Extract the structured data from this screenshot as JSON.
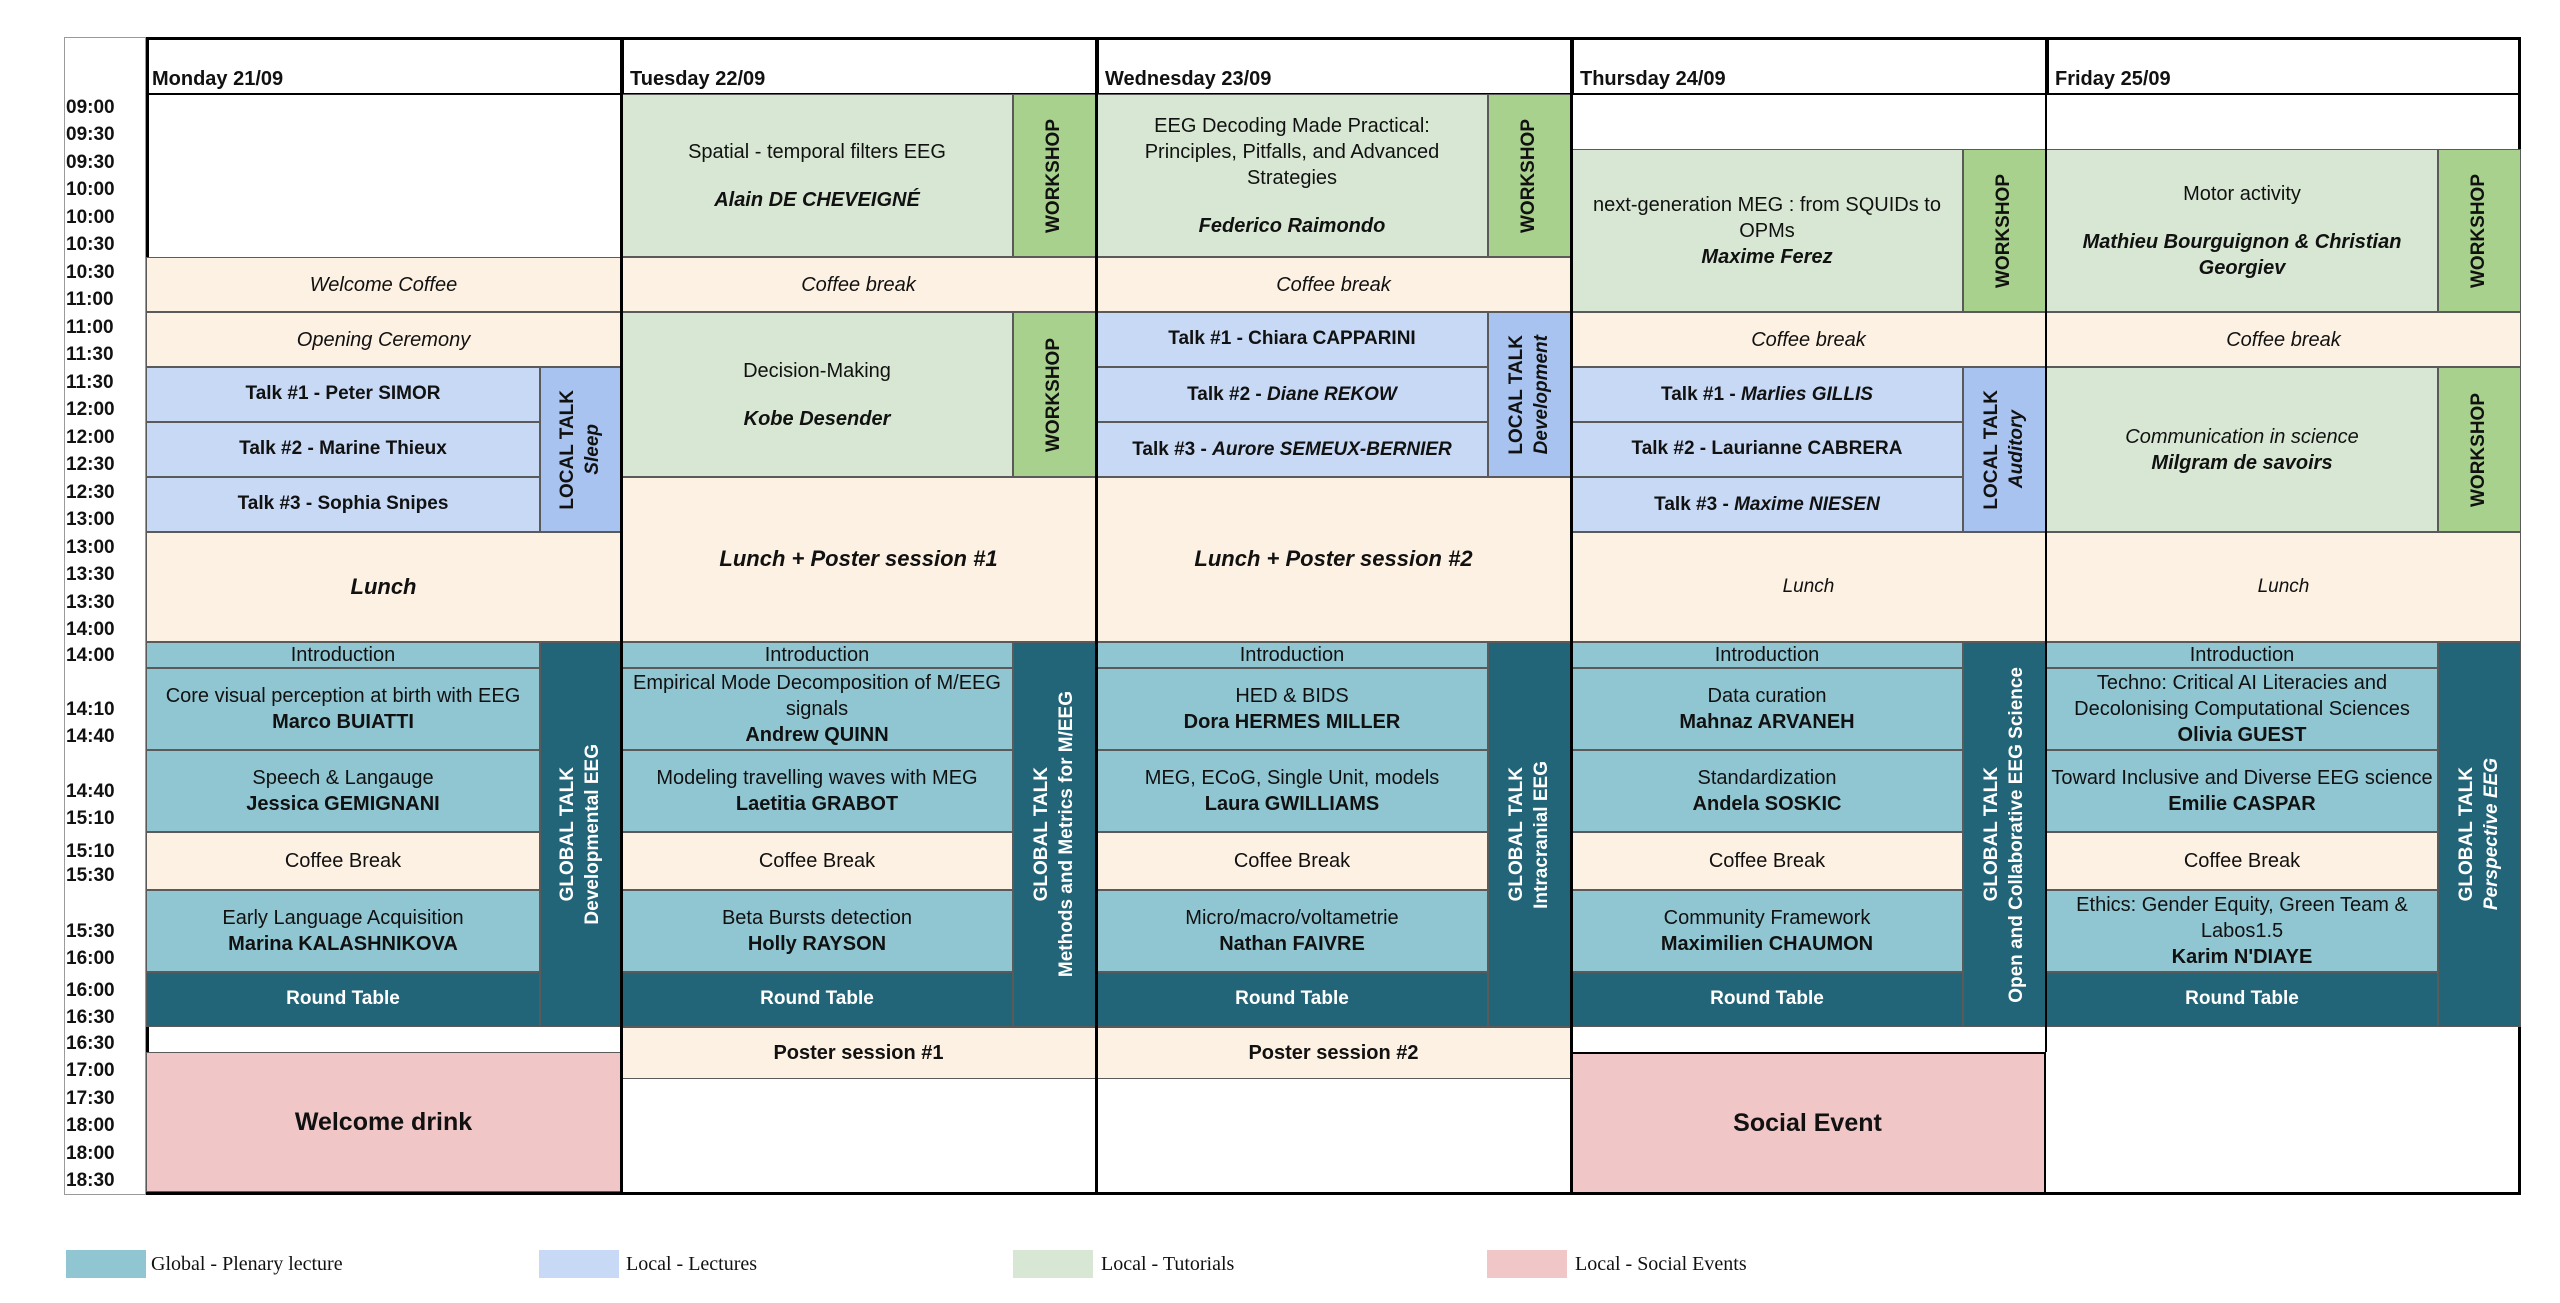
{
  "days": [
    "Monday 21/09",
    "Tuesday 22/09",
    "Wednesday 23/09",
    "Thursday 24/09",
    "Friday 25/09"
  ],
  "times": [
    "09:00",
    "09:30",
    "09:30",
    "10:00",
    "10:00",
    "10:30",
    "10:30",
    "11:00",
    "11:00",
    "11:30",
    "11:30",
    "12:00",
    "12:00",
    "12:30",
    "12:30",
    "13:00",
    "13:00",
    "13:30",
    "13:30",
    "14:00",
    "14:00",
    "14:10",
    "14:40",
    "14:40",
    "15:10",
    "15:10",
    "15:30",
    "15:30",
    "16:00",
    "16:00",
    "16:30",
    "16:30",
    "17:00",
    "17:30",
    "18:00",
    "18:00",
    "18:30"
  ],
  "monday": {
    "welcome_coffee": "Welcome Coffee",
    "opening": "Opening Ceremony",
    "talk1": "Talk #1 - Peter SIMOR",
    "talk2": "Talk #2 - Marine Thieux",
    "talk3": "Talk #3 - Sophia Snipes",
    "local_tag": "LOCAL TALK",
    "local_sub": "Sleep",
    "lunch": "Lunch",
    "intro": "Introduction",
    "g1_title": "Core visual perception at birth with EEG",
    "g1_speaker": "Marco BUIATTI",
    "g2_title": "Speech & Langauge",
    "g2_speaker": "Jessica GEMIGNANI",
    "coffee": "Coffee Break",
    "g3_title": "Early Language Acquisition",
    "g3_speaker": "Marina KALASHNIKOVA",
    "round_table": "Round Table",
    "global_tag": "GLOBAL TALK",
    "global_sub": "Developmental EEG",
    "drink": "Welcome drink"
  },
  "tuesday": {
    "ws1_title": "Spatial - temporal filters EEG",
    "ws1_speaker": "Alain DE CHEVEIGNÉ",
    "ws_tag": "WORKSHOP",
    "coffee1": "Coffee break",
    "ws2_title": "Decision-Making",
    "ws2_speaker": "Kobe Desender",
    "lunch": "Lunch  + Poster session #1",
    "intro": "Introduction",
    "g1_title": "Empirical Mode Decomposition of M/EEG signals",
    "g1_speaker": "Andrew QUINN",
    "g2_title": "Modeling travelling waves with MEG",
    "g2_speaker": "Laetitia GRABOT",
    "coffee": "Coffee Break",
    "g3_title": "Beta Bursts detection",
    "g3_speaker": "Holly RAYSON",
    "round_table": "Round Table",
    "global_tag": "GLOBAL TALK",
    "global_sub": "Methods and Metrics for M/EEG",
    "poster": "Poster session #1"
  },
  "wednesday": {
    "ws1_title": "EEG Decoding Made Practical: Principles, Pitfalls, and Advanced Strategies",
    "ws1_speaker": "Federico Raimondo",
    "ws_tag": "WORKSHOP",
    "coffee1": "Coffee break",
    "talk1": "Talk #1 - Chiara CAPPARINI",
    "talk2_a": "Talk #2 - ",
    "talk2_b": "Diane REKOW",
    "talk3_a": "Talk #3 - ",
    "talk3_b": "Aurore SEMEUX-BERNIER",
    "local_tag": "LOCAL TALK",
    "local_sub": "Development",
    "lunch": "Lunch  + Poster session #2",
    "intro": "Introduction",
    "g1_title": "HED & BIDS",
    "g1_speaker": "Dora HERMES MILLER",
    "g2_title": "MEG, ECoG, Single Unit, models",
    "g2_speaker": "Laura GWILLIAMS",
    "coffee": "Coffee Break",
    "g3_title": "Micro/macro/voltametrie",
    "g3_speaker": "Nathan FAIVRE",
    "round_table": "Round Table",
    "global_tag": "GLOBAL TALK",
    "global_sub": "Intracranial EEG",
    "poster": "Poster session #2"
  },
  "thursday": {
    "ws1_title": "next-generation MEG : from SQUIDs to OPMs",
    "ws1_speaker": "Maxime Ferez",
    "ws_tag": "WORKSHOP",
    "coffee1": "Coffee break",
    "talk1_a": "Talk #1 - ",
    "talk1_b": "Marlies GILLIS",
    "talk2": "Talk #2 - Laurianne CABRERA",
    "talk3_a": "Talk #3 - ",
    "talk3_b": "Maxime NIESEN",
    "local_tag": "LOCAL TALK",
    "local_sub": "Auditory",
    "lunch": "Lunch",
    "intro": "Introduction",
    "g1_title": "Data curation",
    "g1_speaker": "Mahnaz ARVANEH",
    "g2_title": "Standardization",
    "g2_speaker": "Andela SOSKIC",
    "coffee": "Coffee Break",
    "g3_title": "Community Framework",
    "g3_speaker": "Maximilien CHAUMON",
    "round_table": "Round Table",
    "global_tag": "GLOBAL TALK",
    "global_sub": "Open and Collaborative EEG Science",
    "social": "Social Event"
  },
  "friday": {
    "ws1_title": "Motor activity",
    "ws1_speaker": "Mathieu Bourguignon & Christian Georgiev",
    "ws_tag": "WORKSHOP",
    "coffee1": "Coffee break",
    "ws2_title": "Communication in science",
    "ws2_speaker": "Milgram de savoirs",
    "lunch": "Lunch",
    "intro": "Introduction",
    "g1_title": "Techno: Critical AI Literacies and Decolonising Computational Sciences",
    "g1_speaker": "Olivia GUEST",
    "g2_title": "Toward Inclusive and Diverse EEG science",
    "g2_speaker": "Emilie CASPAR",
    "coffee": "Coffee Break",
    "g3_title": "Ethics: Gender Equity, Green Team & Labos1.5",
    "g3_speaker": "Karim N'DIAYE",
    "round_table": "Round Table",
    "global_tag": "GLOBAL TALK",
    "global_sub": "Perspective EEG"
  },
  "legend": [
    {
      "label": "Global - Plenary lecture",
      "color": "#8fc6d2"
    },
    {
      "label": "Local - Lectures",
      "color": "#c7d9f5"
    },
    {
      "label": "Local - Tutorials",
      "color": "#d8e7d3"
    },
    {
      "label": "Local - Social Events",
      "color": "#f0c6c7"
    }
  ]
}
